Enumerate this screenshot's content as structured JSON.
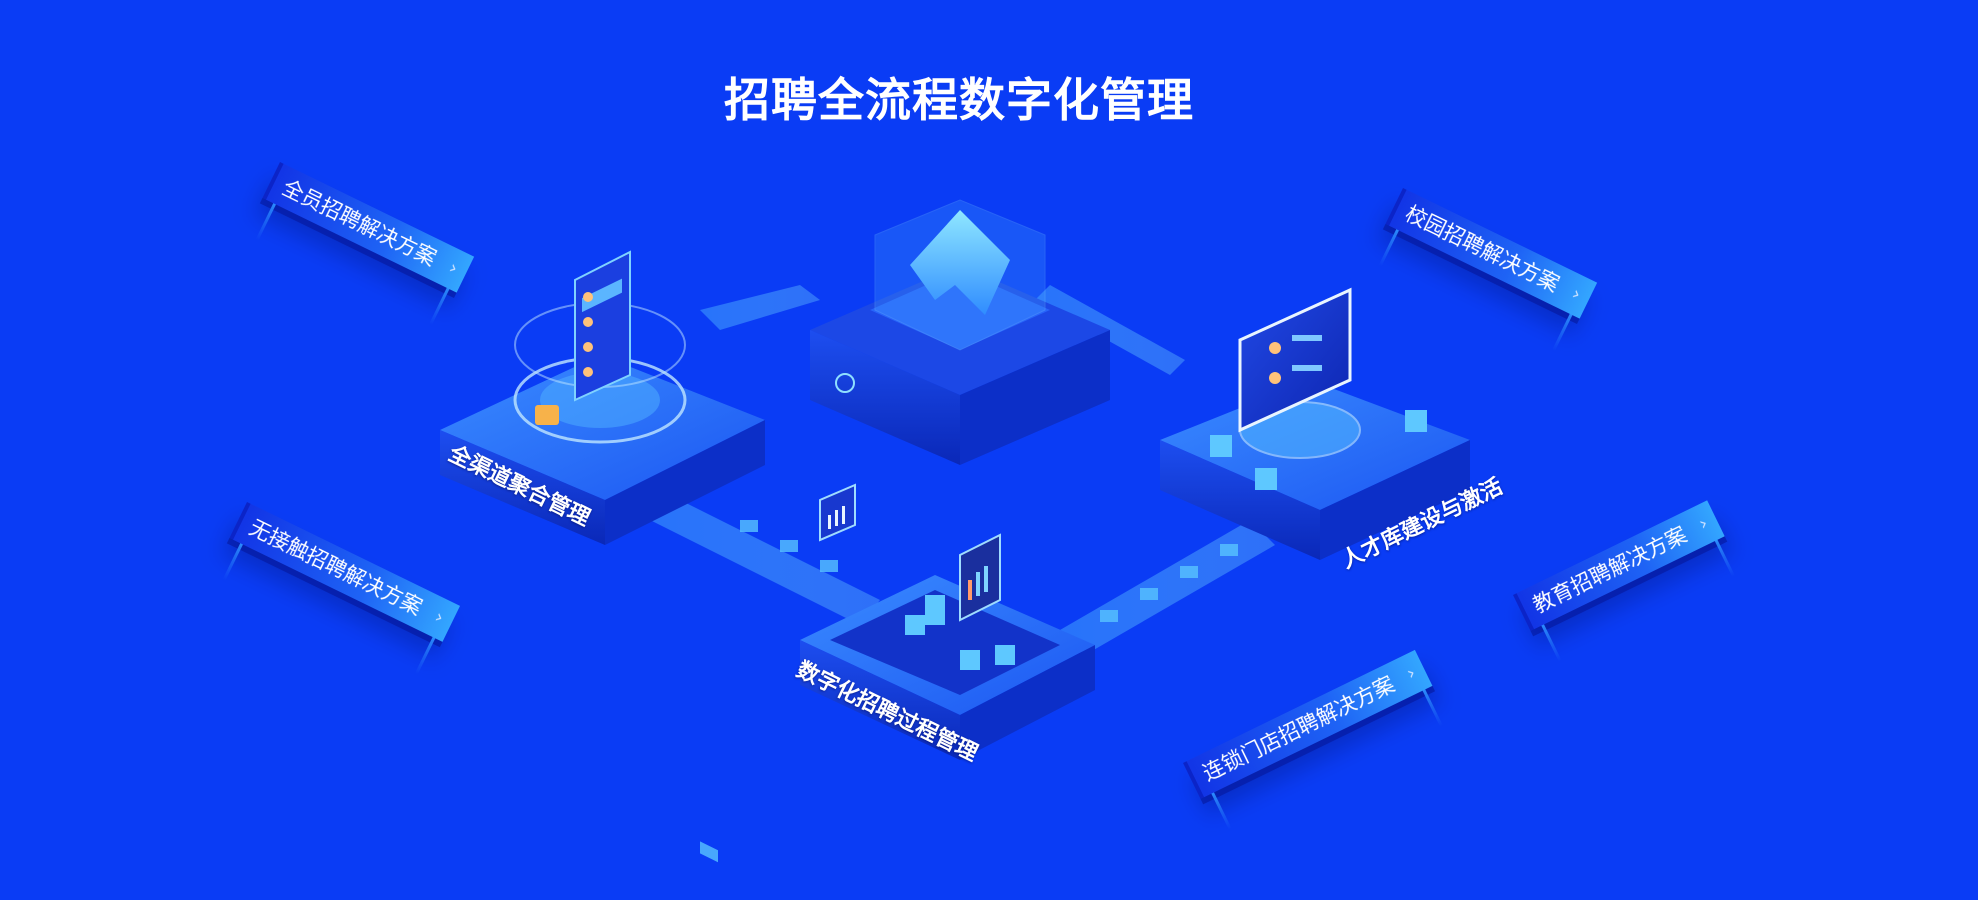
{
  "title": "招聘全流程数字化管理",
  "platforms": {
    "left": "全渠道聚合管理",
    "right": "人才库建设与激活",
    "bottom": "数字化招聘过程管理"
  },
  "solutions": [
    {
      "label": "全员招聘解决方案",
      "icon": "chevron-right-icon"
    },
    {
      "label": "无接触招聘解决方案",
      "icon": "chevron-right-icon"
    },
    {
      "label": "校园招聘解决方案",
      "icon": "chevron-right-icon"
    },
    {
      "label": "教育招聘解决方案",
      "icon": "chevron-right-icon"
    },
    {
      "label": "连锁门店招聘解决方案",
      "icon": "chevron-right-icon"
    }
  ],
  "colors": {
    "background": "#0a3cf5",
    "accent": "#33a6ff",
    "platform_top": "#2f7dff",
    "platform_side": "#1030c8"
  }
}
